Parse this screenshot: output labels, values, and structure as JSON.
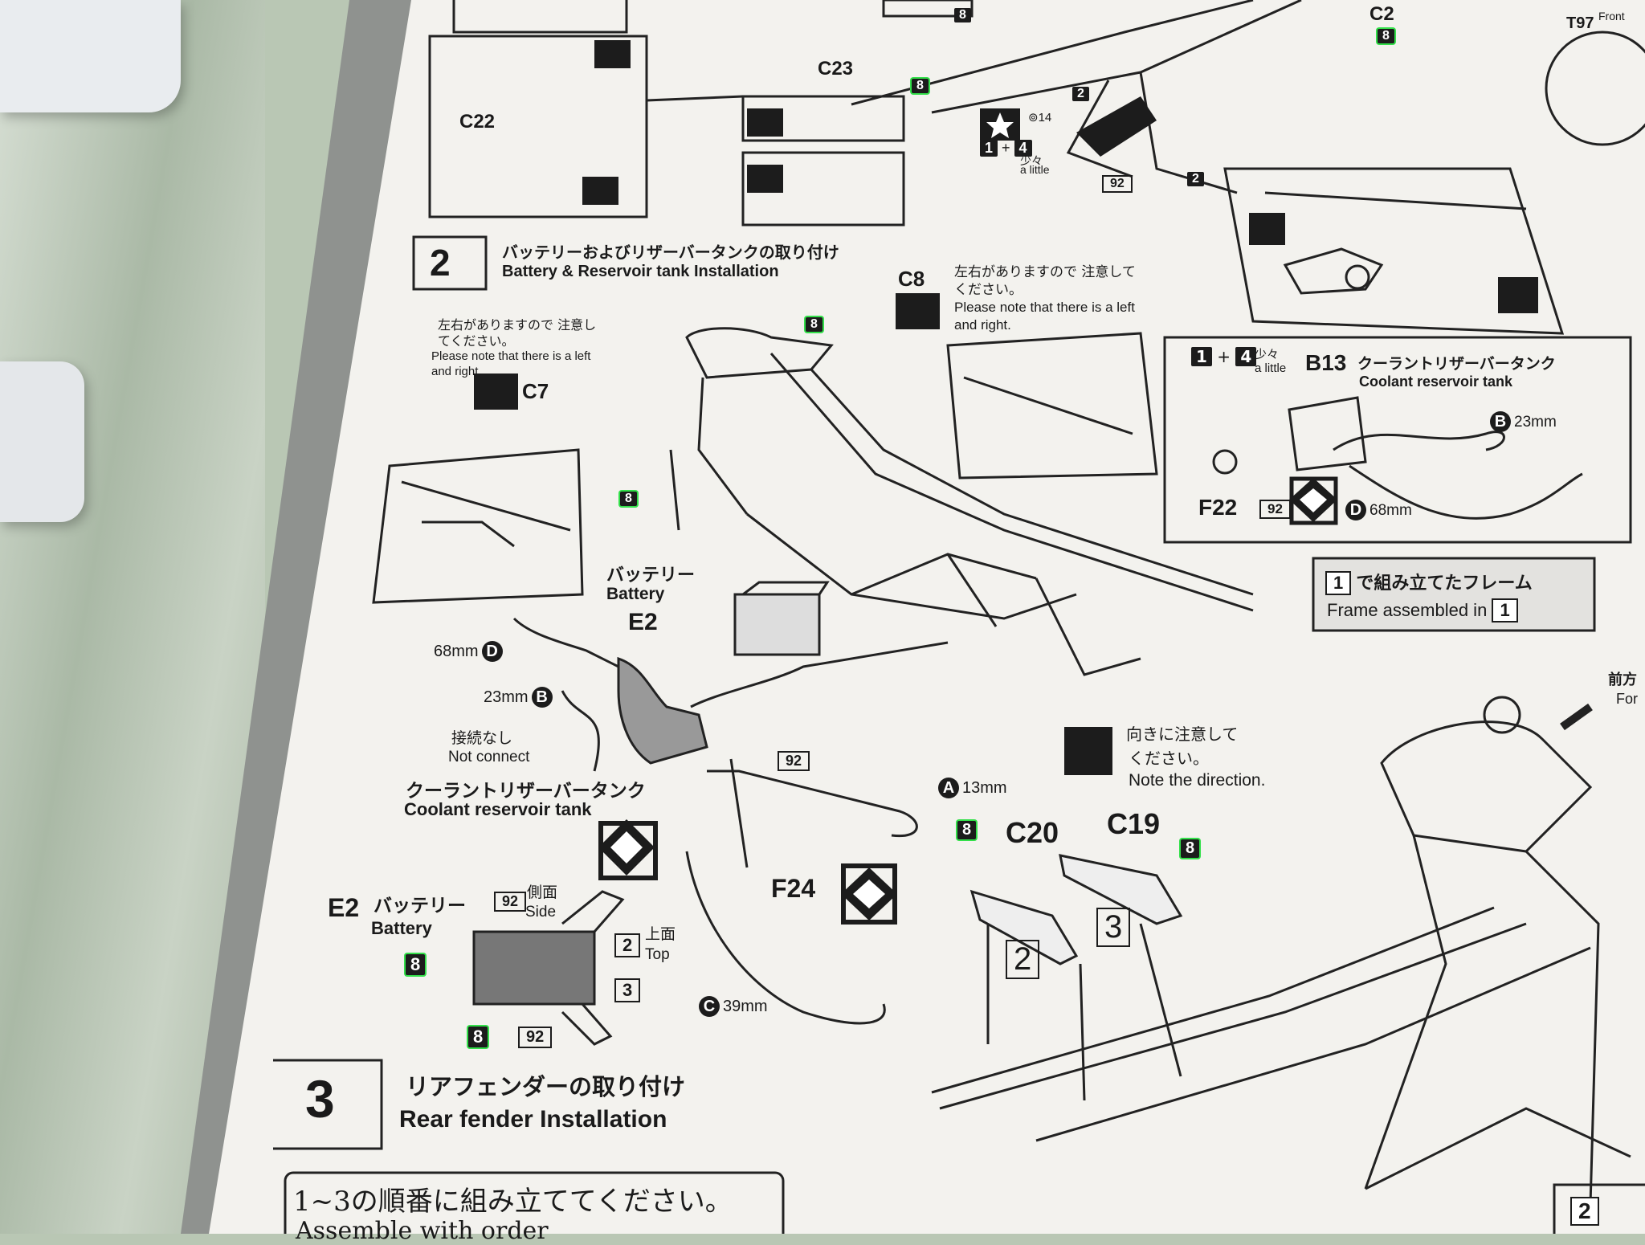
{
  "parts_top": {
    "c2": "C2",
    "c23": "C23",
    "c22": "C22",
    "t97": "T97",
    "front": "Front",
    "little_jp": "少々",
    "little_en": "a little",
    "n8": "8",
    "n14": "14",
    "n92": "92",
    "n2": "2",
    "n1": "1",
    "n4": "4"
  },
  "step2": {
    "number": "2",
    "title_jp": "バッテリーおよびリザーバータンクの取り付け",
    "title_en": "Battery & Reservoir tank Installation",
    "note_jp": "左右がありますので 注意してください。",
    "note_en": "Please note that there is a left and right.",
    "c7": "C7",
    "c8": "C8",
    "battery_jp": "バッテリー",
    "battery_en": "Battery",
    "e2": "E2",
    "len_68": "68mm",
    "len_23": "23mm",
    "len_13": "13mm",
    "len_39": "39mm",
    "mark_d": "D",
    "mark_b": "B",
    "mark_a": "A",
    "mark_c": "C",
    "not_connect_jp": "接続なし",
    "not_connect_en": "Not connect",
    "coolant_jp": "クーラントリザーバータンク",
    "coolant_en": "Coolant reservoir tank",
    "f24": "F24",
    "f22": "F22",
    "b13": "B13",
    "n92": "92",
    "n8": "8",
    "side_jp": "側面",
    "side_en": "Side",
    "top_jp": "上面",
    "top_en": "Top",
    "n2": "2",
    "n3": "3",
    "little_jp": "少々",
    "little_en": "a little",
    "n1": "1",
    "n4": "4",
    "frame_jp": "で組み立てたフレーム",
    "frame_en": "Frame assembled in",
    "frame_num": "1",
    "direction_jp1": "向きに注意して",
    "direction_jp2": "ください。",
    "direction_en": "Note the direction.",
    "c20": "C20",
    "c19": "C19",
    "front_jp": "前方",
    "front_en": "For"
  },
  "step3": {
    "number": "3",
    "title_jp": "リアフェンダーの取り付け",
    "title_en": "Rear fender Installation",
    "order_jp": "1~3の順番に組み立ててください。",
    "order_en": "Assemble with order",
    "n2": "2",
    "n3": "3",
    "corner_num": "2"
  },
  "colors": {
    "paper": "#f3f2ee",
    "ink": "#1a1a1a",
    "highlight": "#33e04a",
    "desk": "#b9c7b4"
  }
}
